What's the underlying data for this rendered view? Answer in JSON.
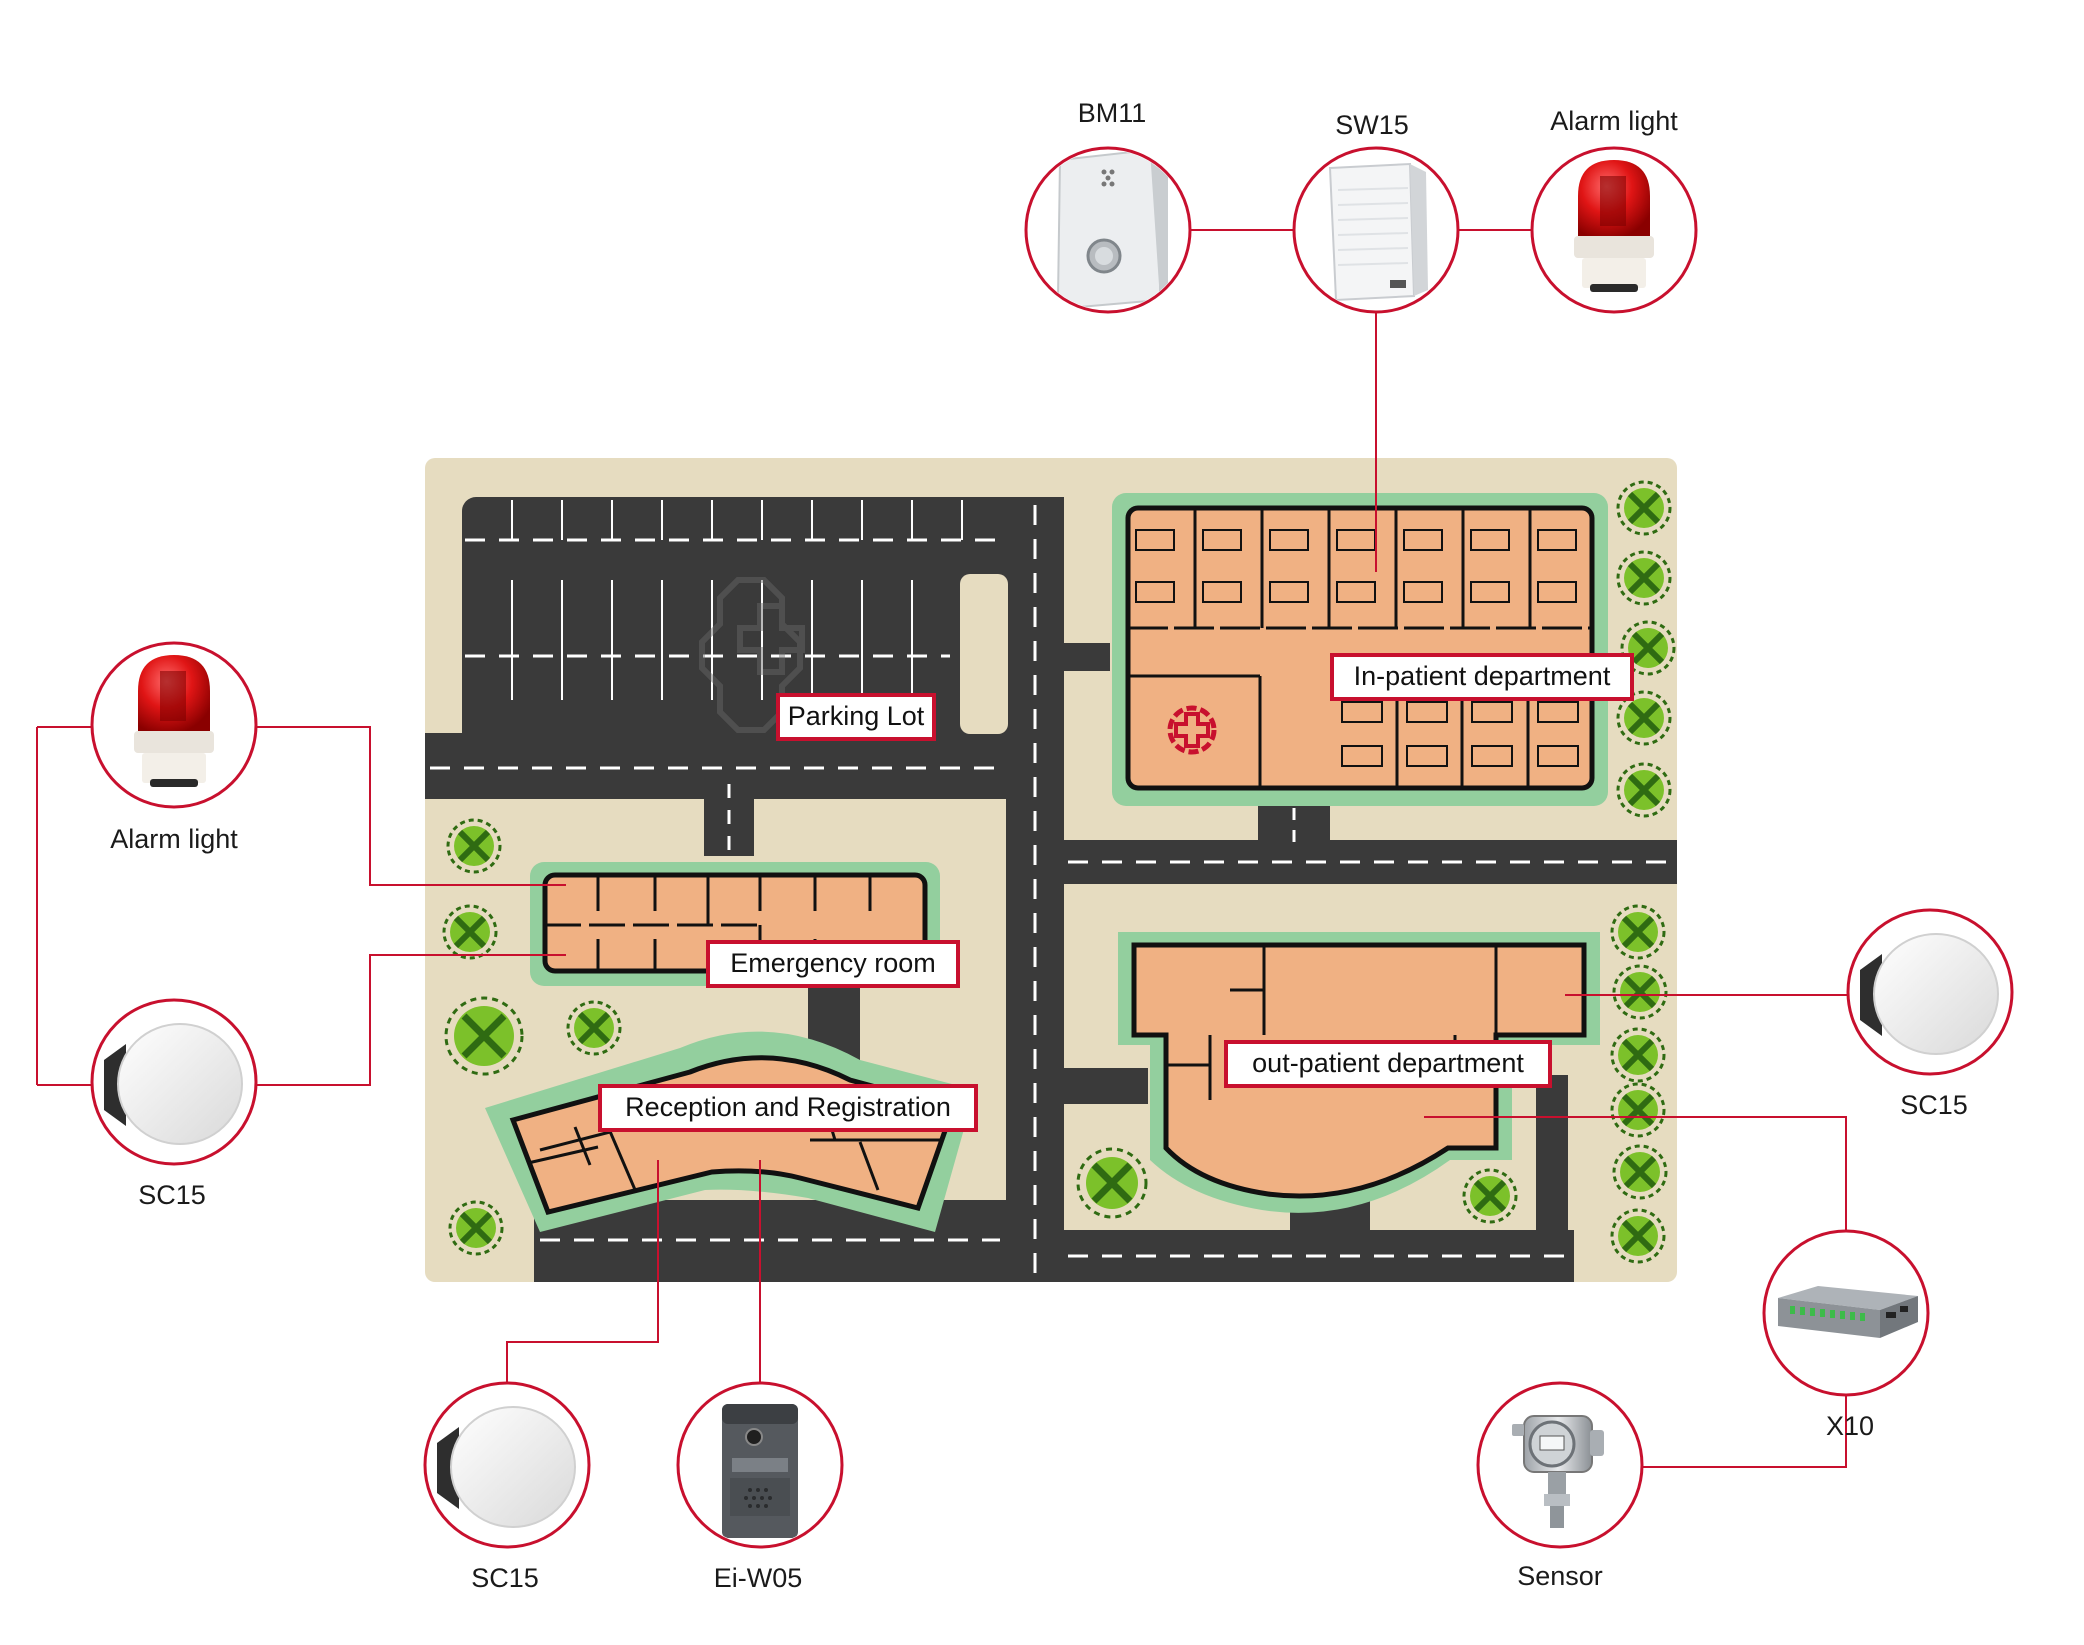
{
  "colors": {
    "accent_red": "#c8102e",
    "ground": "#e6dcc0",
    "road": "#3a3a3a",
    "lane": "#ffffff",
    "building": "#f0b183",
    "building_edge": "#111111",
    "lawn": "#93cf9e",
    "tree": "#7cc12a",
    "tree_dark": "#2f6b12"
  },
  "zones": {
    "parking": "Parking Lot",
    "inpatient": "In-patient department",
    "emergency": "Emergency room",
    "outpatient": "out-patient department",
    "reception": "Reception and Registration"
  },
  "devices": {
    "bm11": {
      "label": "BM11",
      "icon": "call-box-icon"
    },
    "sw15": {
      "label": "SW15",
      "icon": "wall-speaker-icon"
    },
    "alarm_top": {
      "label": "Alarm light",
      "icon": "alarm-light-icon"
    },
    "alarm_left": {
      "label": "Alarm light",
      "icon": "alarm-light-icon"
    },
    "sc15_left": {
      "label": "SC15",
      "icon": "ceiling-speaker-icon"
    },
    "sc15_right": {
      "label": "SC15",
      "icon": "ceiling-speaker-icon"
    },
    "sc15_bottom": {
      "label": "SC15",
      "icon": "ceiling-speaker-icon"
    },
    "eiw05": {
      "label": "Ei-W05",
      "icon": "door-intercom-icon"
    },
    "x10": {
      "label": "X10",
      "icon": "io-module-icon"
    },
    "sensor": {
      "label": "Sensor",
      "icon": "pressure-sensor-icon"
    }
  }
}
